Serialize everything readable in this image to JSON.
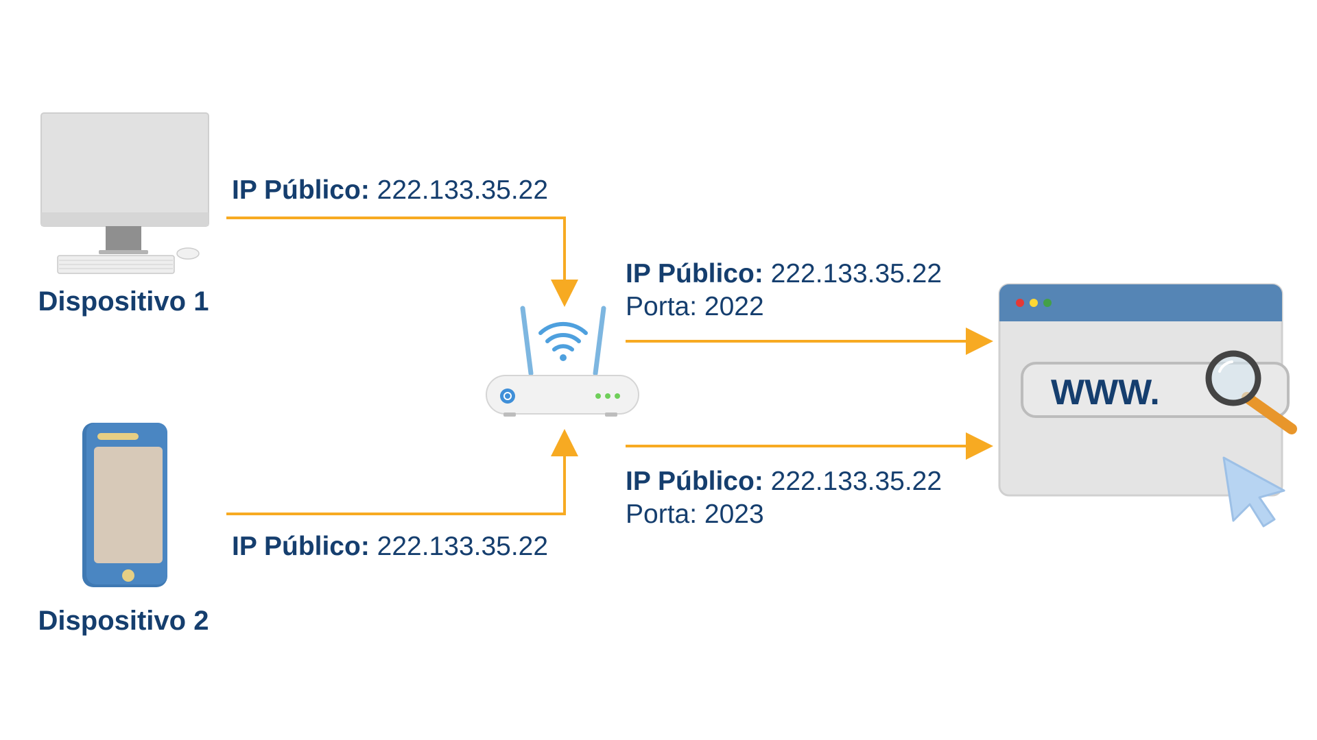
{
  "devices": [
    {
      "name": "Dispositivo 1"
    },
    {
      "name": "Dispositivo 2"
    }
  ],
  "connections": {
    "device1_to_router": {
      "ip_label": "IP Público:",
      "ip_value": "222.133.35.22"
    },
    "device2_to_router": {
      "ip_label": "IP Público:",
      "ip_value": "222.133.35.22"
    },
    "router_to_web_1": {
      "ip_label": "IP Público:",
      "ip_value": "222.133.35.22",
      "port_label": "Porta:",
      "port_value": "2022"
    },
    "router_to_web_2": {
      "ip_label": "IP Público:",
      "ip_value": "222.133.35.22",
      "port_label": "Porta:",
      "port_value": "2023"
    }
  },
  "browser": {
    "url_text": "WWW."
  },
  "colors": {
    "arrow": "#f7aa22",
    "text": "#153e6e",
    "browser_header": "#5585b5",
    "phone_body": "#4a86c2"
  },
  "icons": [
    "desktop-computer-icon",
    "smartphone-icon",
    "wifi-router-icon",
    "web-browser-icon",
    "magnifier-icon",
    "cursor-icon"
  ]
}
